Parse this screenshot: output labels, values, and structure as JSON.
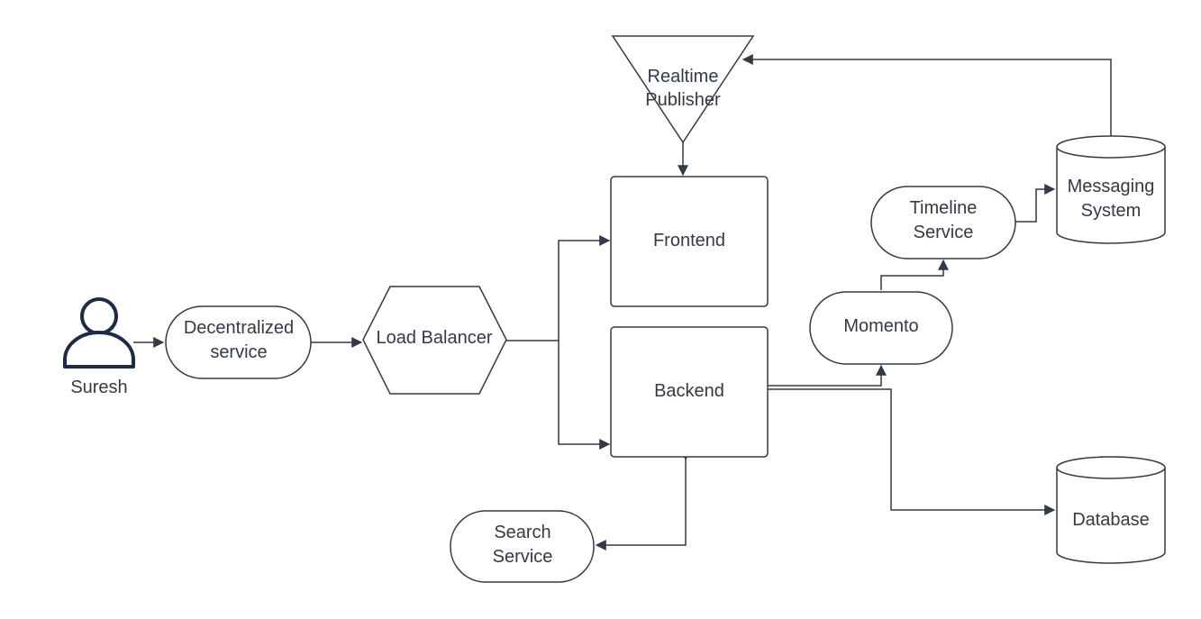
{
  "diagram": {
    "actor": {
      "label": "Suresh"
    },
    "nodes": {
      "decentralized": {
        "line1": "Decentralized",
        "line2": "service"
      },
      "load_balancer": {
        "label": "Load Balancer"
      },
      "realtime_publisher": {
        "line1": "Realtime",
        "line2": "Publisher"
      },
      "frontend": {
        "label": "Frontend"
      },
      "backend": {
        "label": "Backend"
      },
      "search_service": {
        "line1": "Search",
        "line2": "Service"
      },
      "momento": {
        "label": "Momento"
      },
      "timeline_service": {
        "line1": "Timeline",
        "line2": "Service"
      },
      "messaging_system": {
        "line1": "Messaging",
        "line2": "System"
      },
      "database": {
        "label": "Database"
      }
    },
    "colors": {
      "stroke": "#333a45",
      "actor": "#1f2a44",
      "background": "#ffffff"
    }
  }
}
